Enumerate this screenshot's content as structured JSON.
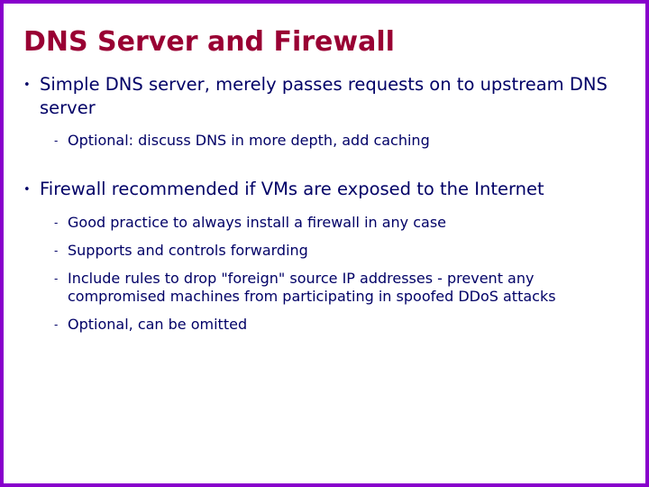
{
  "slide": {
    "title": "DNS Server and Firewall",
    "border_color": "#8800cc",
    "title_color": "#990033",
    "body_color": "#000066",
    "bullet_glyph_level1": "•",
    "bullet_glyph_level2": "-",
    "bullets": [
      {
        "level": 1,
        "text": "Simple DNS server, merely passes requests on to upstream DNS server"
      },
      {
        "level": 2,
        "text": "Optional: discuss DNS in more depth, add caching"
      },
      {
        "level": 1,
        "text": "Firewall recommended if VMs are exposed to the Internet"
      },
      {
        "level": 2,
        "text": "Good practice to always install a firewall in any case"
      },
      {
        "level": 2,
        "text": "Supports and controls forwarding"
      },
      {
        "level": 2,
        "text": "Include rules to drop \"foreign\" source IP addresses  - prevent any compromised machines from participating in spoofed DDoS attacks"
      },
      {
        "level": 2,
        "text": "Optional, can be omitted"
      }
    ]
  }
}
